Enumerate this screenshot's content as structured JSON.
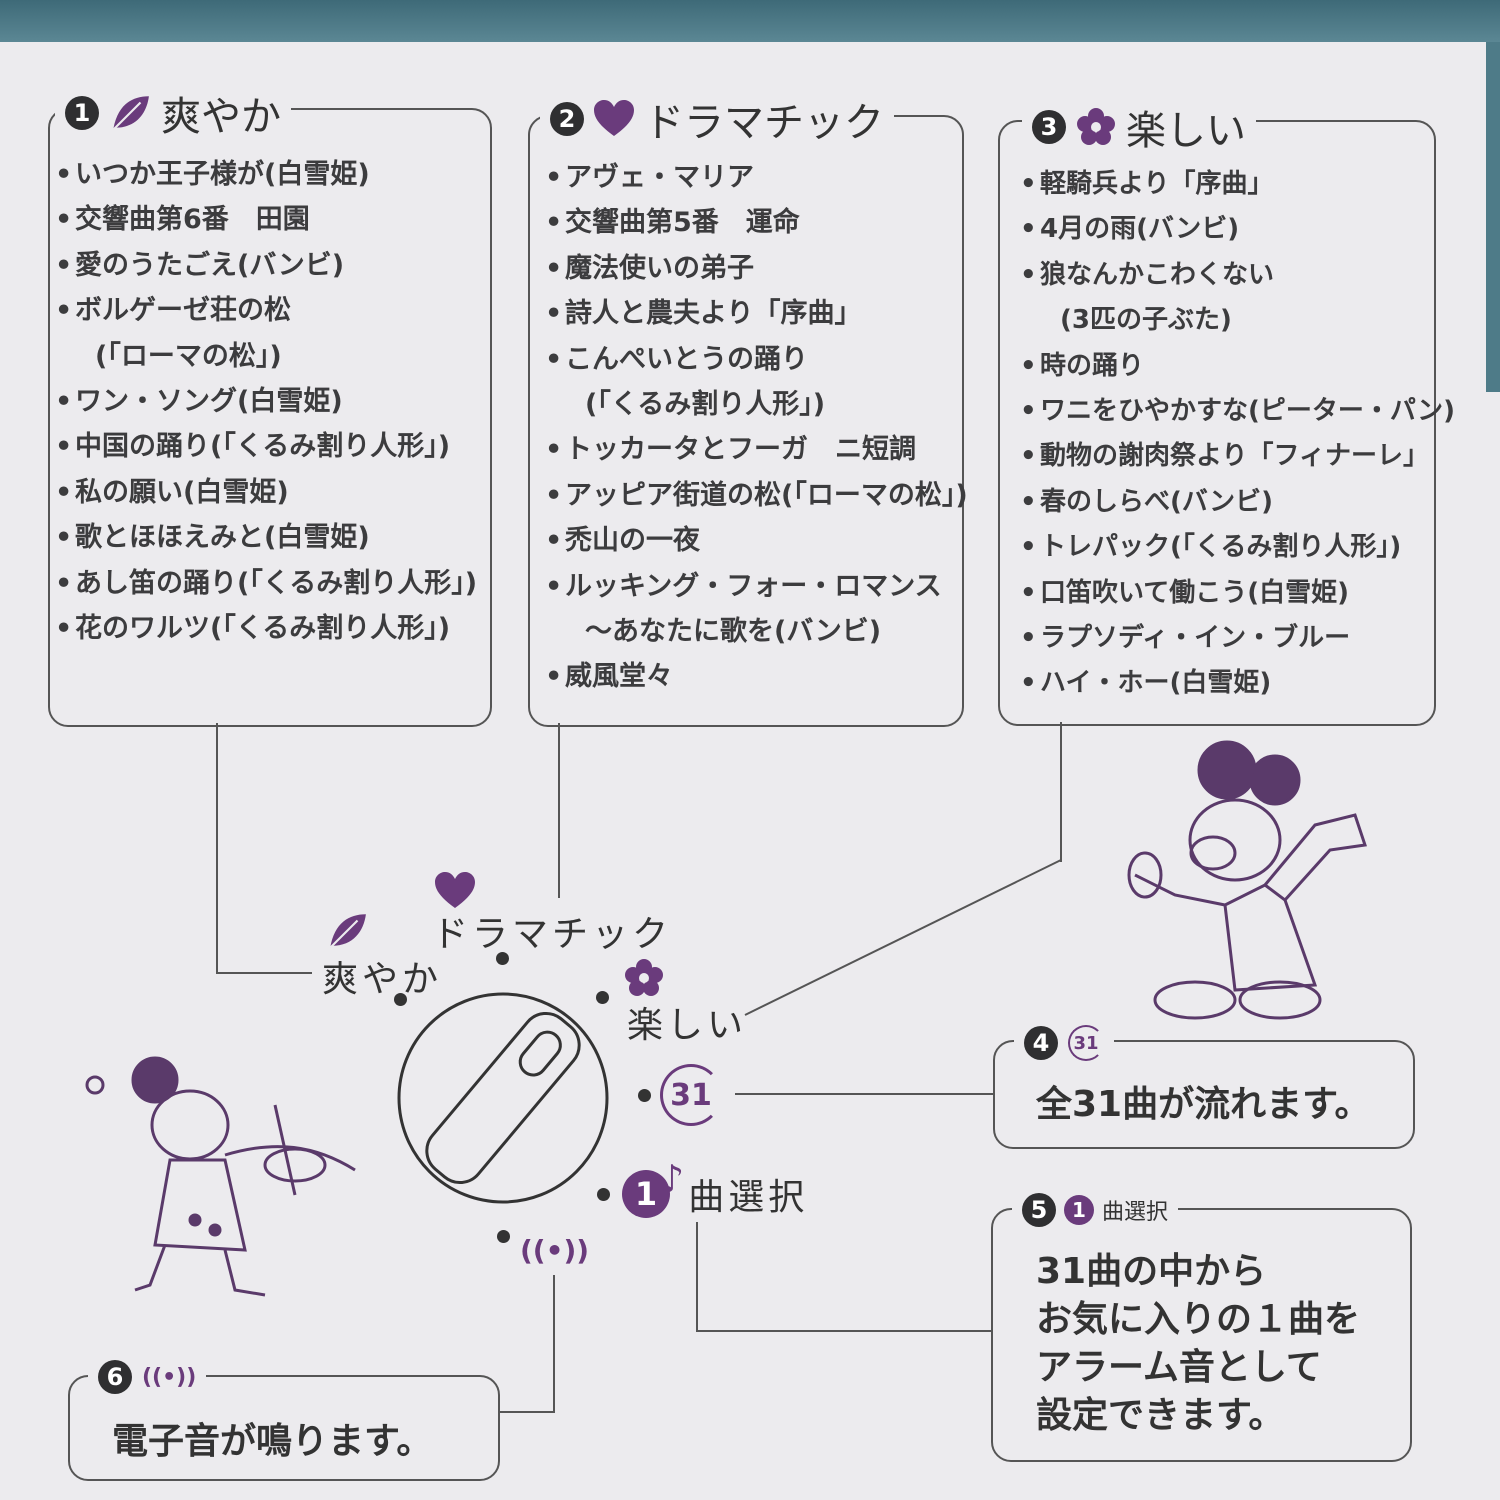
{
  "sections": [
    {
      "number": "1",
      "icon": "leaf-icon",
      "title": "爽やか",
      "songs": [
        "いつか王子様が(白雪姫)",
        "交響曲第6番　田園",
        "愛のうたごえ(バンビ)",
        "ボルゲーゼ荘の松",
        "(「ローマの松」)",
        "ワン・ソング(白雪姫)",
        "中国の踊り(「くるみ割り人形」)",
        "私の願い(白雪姫)",
        "歌とほほえみと(白雪姫)",
        "あし笛の踊り(「くるみ割り人形」)",
        "花のワルツ(「くるみ割り人形」)"
      ]
    },
    {
      "number": "2",
      "icon": "heart-icon",
      "title": "ドラマチック",
      "songs": [
        "アヴェ・マリア",
        "交響曲第5番　運命",
        "魔法使いの弟子",
        "詩人と農夫より「序曲」",
        "こんぺいとうの踊り",
        "(「くるみ割り人形」)",
        "トッカータとフーガ　ニ短調",
        "アッピア街道の松(「ローマの松」)",
        "禿山の一夜",
        "ルッキング・フォー・ロマンス",
        "～あなたに歌を(バンビ)",
        "威風堂々"
      ]
    },
    {
      "number": "3",
      "icon": "flower-icon",
      "title": "楽しい",
      "songs": [
        "軽騎兵より「序曲」",
        "4月の雨(バンビ)",
        "狼なんかこわくない",
        "(3匹の子ぶた)",
        "時の踊り",
        "ワニをひやかすな(ピーター・パン)",
        "動物の謝肉祭より「フィナーレ」",
        "春のしらべ(バンビ)",
        "トレパック(「くるみ割り人形」)",
        "口笛吹いて働こう(白雪姫)",
        "ラプソディ・イン・ブルー",
        "ハイ・ホー(白雪姫)"
      ]
    }
  ],
  "dial": {
    "refreshing": "爽やか",
    "dramatic": "ドラマチック",
    "fun": "楽しい",
    "all_badge": "31",
    "select_number": "1",
    "select": "曲選択"
  },
  "info": {
    "all": {
      "number": "4",
      "badge": "31",
      "text": "全31曲が流れます。"
    },
    "select": {
      "number": "5",
      "badge_number": "1",
      "badge_text": "曲選択",
      "lines": [
        "31曲の中から",
        "お気に入りの１曲を",
        "アラーム音として",
        "設定できます。"
      ]
    },
    "beep": {
      "number": "6",
      "text": "電子音が鳴ります。"
    }
  },
  "colors": {
    "accent": "#6a3b7c",
    "band": "#4e7b88",
    "paper": "#ecebee"
  }
}
